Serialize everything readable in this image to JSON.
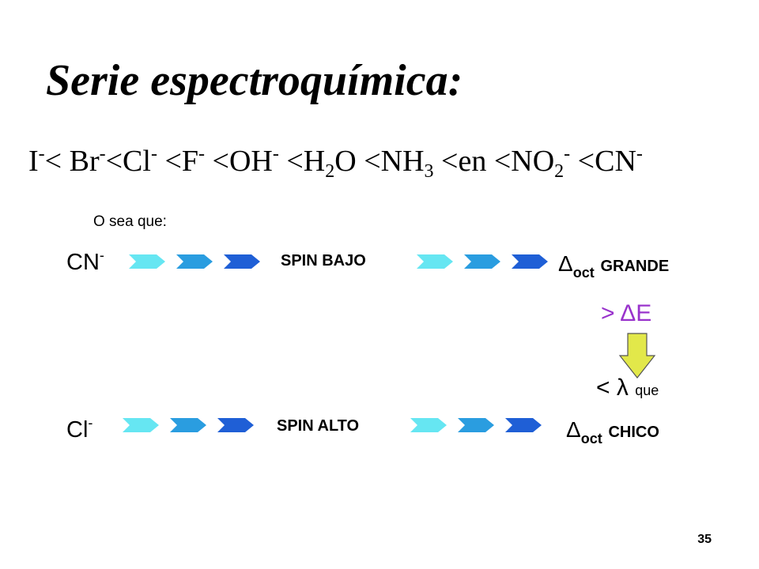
{
  "title": "Serie espectroquímica:",
  "series": [
    {
      "base": "I",
      "sup": "-",
      "sep": "< "
    },
    {
      "base": "Br",
      "sup": "-",
      "sep": "<"
    },
    {
      "base": "Cl",
      "sup": "-",
      "sep": " <"
    },
    {
      "base": "F",
      "sup": "-",
      "sep": " <"
    },
    {
      "base": "OH",
      "sup": "-",
      "sep": " <"
    },
    {
      "base": "H",
      "sub": "2",
      "tail": "O",
      "sep": " <"
    },
    {
      "base": "NH",
      "sub": "3",
      "sep": " <"
    },
    {
      "base": "en",
      "sep": " <"
    },
    {
      "base": "NO",
      "sub": "2",
      "sup": "-",
      "sep": " <"
    },
    {
      "base": "CN",
      "sup": "-",
      "sep": ""
    }
  ],
  "note": "O sea que:",
  "row_top": {
    "ligand": "CN",
    "ligand_sup": "-",
    "spin_label": "SPIN BAJO",
    "delta_symbol": "Δ",
    "delta_sub": "oct",
    "delta_label": "GRANDE"
  },
  "row_bottom": {
    "ligand": "Cl",
    "ligand_sup": "-",
    "spin_label": "SPIN ALTO",
    "delta_symbol": "Δ",
    "delta_sub": "oct",
    "delta_label": "CHICO"
  },
  "energy_label": "> ΔE",
  "lambda_label": "< λ",
  "lambda_suffix": "que",
  "page_number": "35",
  "colors": {
    "arrow_light": "#66e6f2",
    "arrow_mid": "#2a9de0",
    "arrow_dark": "#1f5fd6",
    "down_arrow_fill": "#e2e84a",
    "energy_color": "#9933cc"
  },
  "icons": {
    "chevron_arrow": "chevron-arrow-icon",
    "down_arrow": "down-arrow-icon"
  }
}
